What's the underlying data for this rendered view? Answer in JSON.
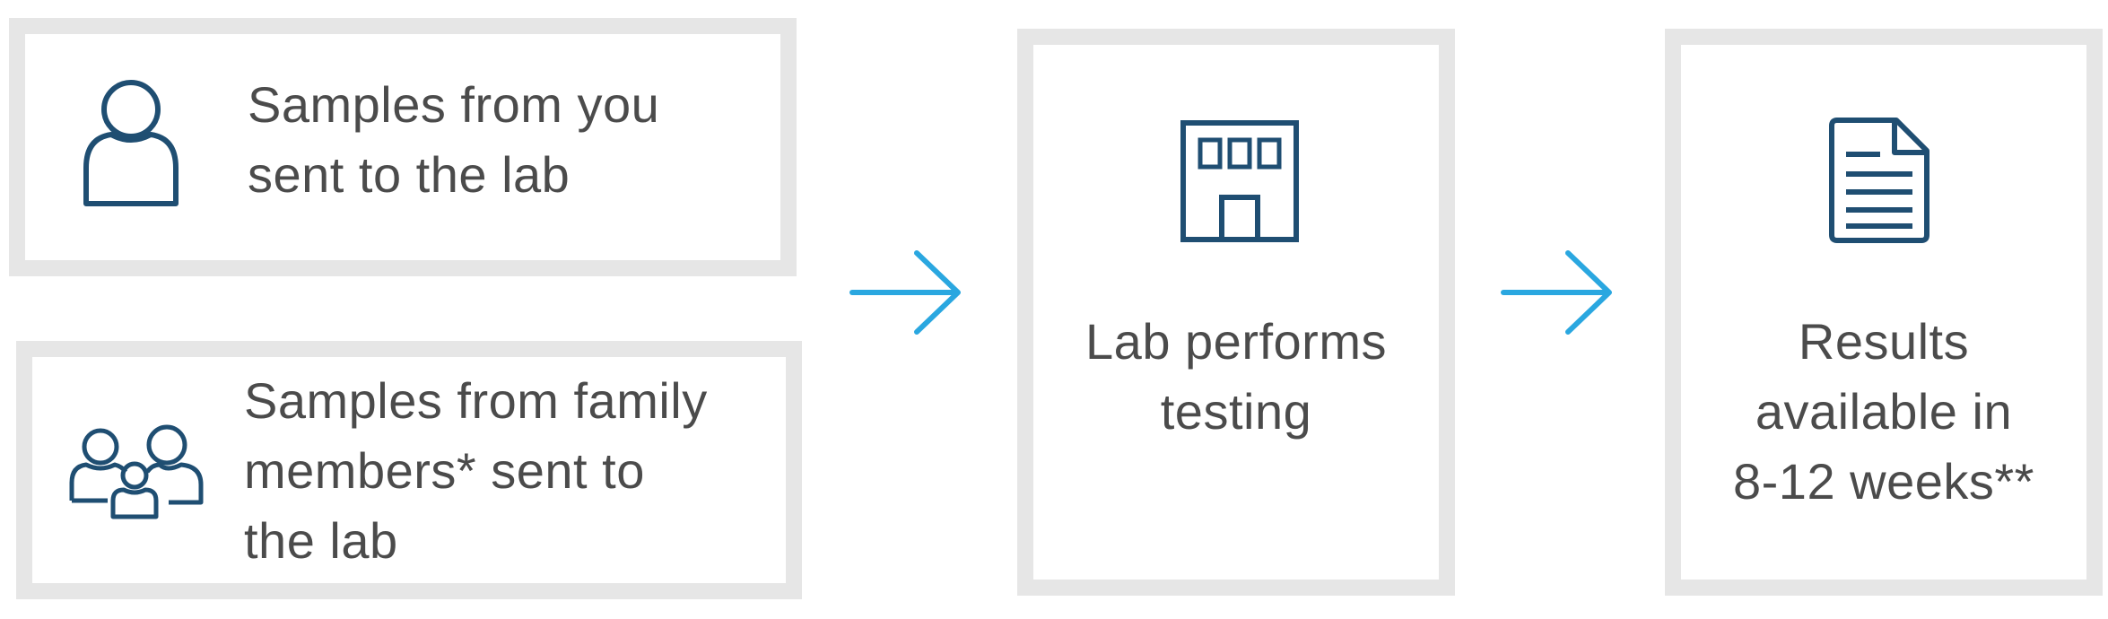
{
  "steps": {
    "you": {
      "lines": [
        "Samples from you",
        "sent to the lab"
      ],
      "icon": "person-icon"
    },
    "family": {
      "lines": [
        "Samples from family",
        "members* sent to",
        "the lab"
      ],
      "icon": "family-icon"
    },
    "lab": {
      "lines": [
        "Lab performs",
        "testing"
      ],
      "icon": "building-icon"
    },
    "results": {
      "lines": [
        "Results",
        "available in",
        "8-12 weeks**"
      ],
      "icon": "document-icon"
    }
  },
  "colors": {
    "icon": "#1f4e72",
    "arrow": "#2aa7e0",
    "box_border": "#e6e6e6",
    "text": "#4b4b4b"
  }
}
